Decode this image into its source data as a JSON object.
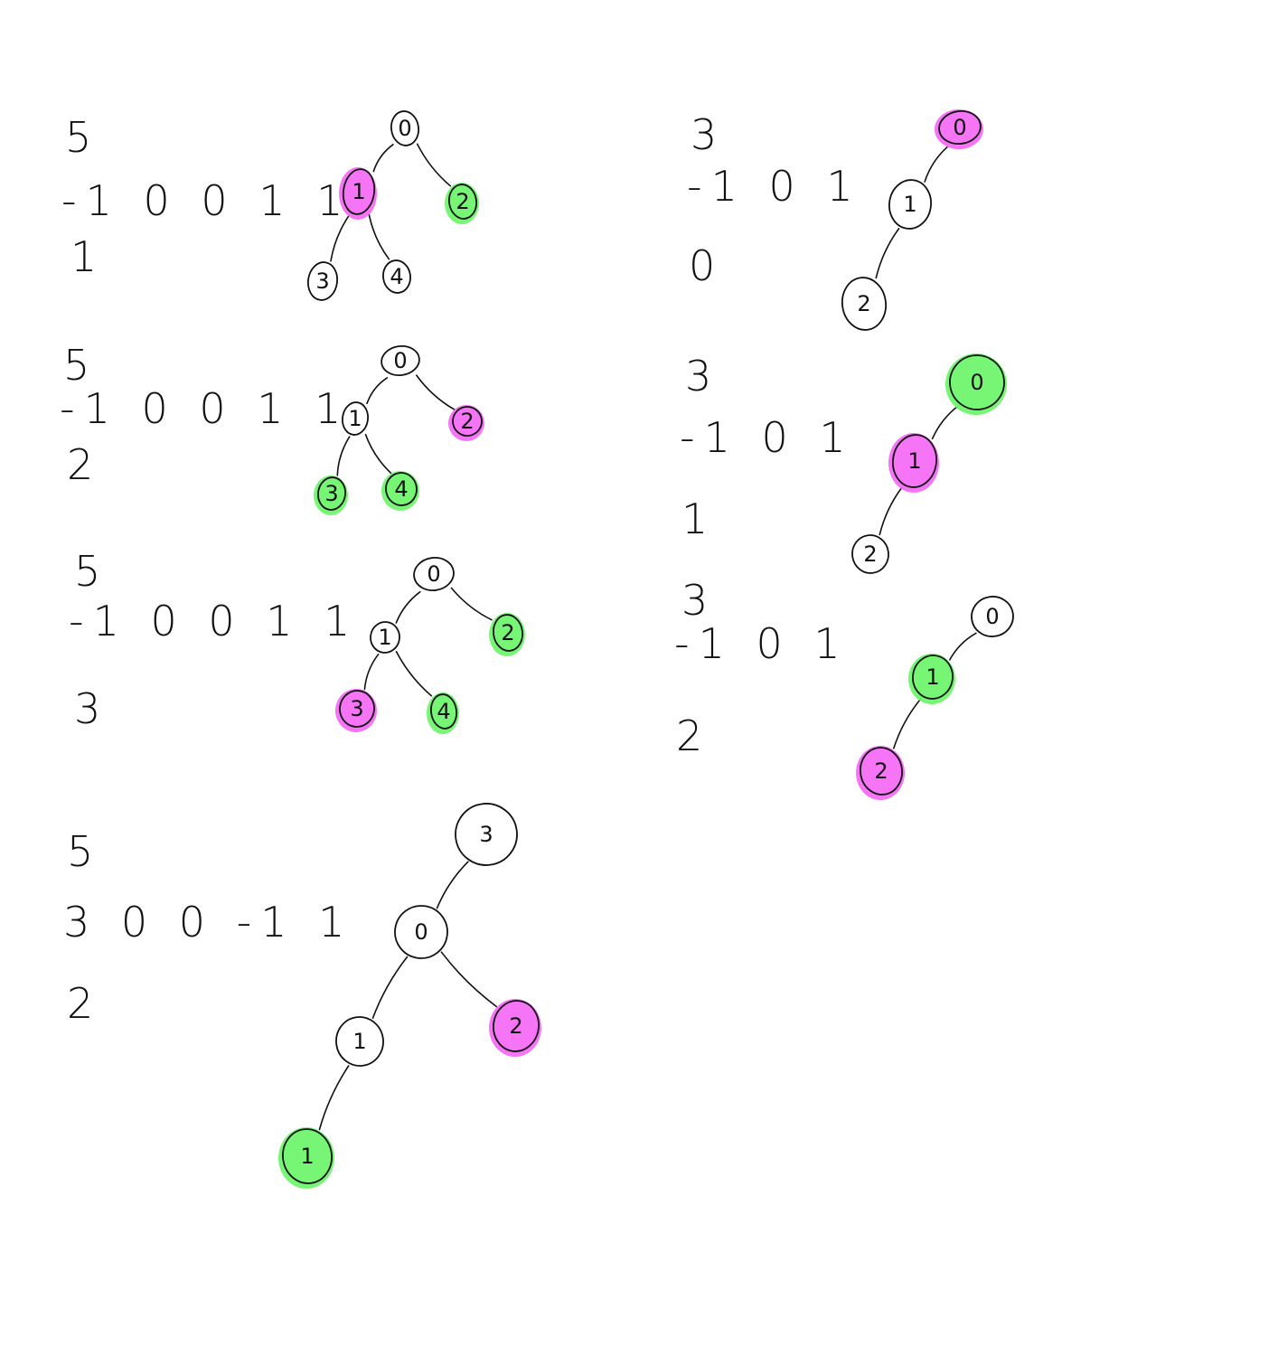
{
  "colors": {
    "ink": "#111111",
    "pink_highlight": "#f56ef5",
    "green_highlight": "#70f56e",
    "paper": "#ffffff"
  },
  "examples": [
    {
      "lines": [
        "5",
        "-1 0 0 1 1",
        "1"
      ],
      "tree": {
        "nodes": [
          {
            "id": "n0",
            "label": "0",
            "highlight": "none"
          },
          {
            "id": "n1",
            "label": "1",
            "highlight": "pink"
          },
          {
            "id": "n2",
            "label": "2",
            "highlight": "green"
          },
          {
            "id": "n3",
            "label": "3",
            "highlight": "none"
          },
          {
            "id": "n4",
            "label": "4",
            "highlight": "none"
          }
        ],
        "edges": [
          [
            "n0",
            "n1"
          ],
          [
            "n0",
            "n2"
          ],
          [
            "n1",
            "n3"
          ],
          [
            "n1",
            "n4"
          ]
        ]
      }
    },
    {
      "lines": [
        "5",
        "-1 0 0 1 1",
        "2"
      ],
      "tree": {
        "nodes": [
          {
            "id": "n0",
            "label": "0",
            "highlight": "none"
          },
          {
            "id": "n1",
            "label": "1",
            "highlight": "none"
          },
          {
            "id": "n2",
            "label": "2",
            "highlight": "pink"
          },
          {
            "id": "n3",
            "label": "3",
            "highlight": "green"
          },
          {
            "id": "n4",
            "label": "4",
            "highlight": "green"
          }
        ],
        "edges": [
          [
            "n0",
            "n1"
          ],
          [
            "n0",
            "n2"
          ],
          [
            "n1",
            "n3"
          ],
          [
            "n1",
            "n4"
          ]
        ]
      }
    },
    {
      "lines": [
        "5",
        "-1 0 0 1 1",
        "3"
      ],
      "tree": {
        "nodes": [
          {
            "id": "n0",
            "label": "0",
            "highlight": "none"
          },
          {
            "id": "n1",
            "label": "1",
            "highlight": "none"
          },
          {
            "id": "n2",
            "label": "2",
            "highlight": "green"
          },
          {
            "id": "n3",
            "label": "3",
            "highlight": "pink"
          },
          {
            "id": "n4",
            "label": "4",
            "highlight": "green"
          }
        ],
        "edges": [
          [
            "n0",
            "n1"
          ],
          [
            "n0",
            "n2"
          ],
          [
            "n1",
            "n3"
          ],
          [
            "n1",
            "n4"
          ]
        ]
      }
    },
    {
      "lines": [
        "5",
        "3 0 0 -1 1",
        "2"
      ],
      "tree": {
        "nodes": [
          {
            "id": "n3",
            "label": "3",
            "highlight": "none"
          },
          {
            "id": "n0",
            "label": "0",
            "highlight": "none"
          },
          {
            "id": "n1",
            "label": "1",
            "highlight": "none"
          },
          {
            "id": "n2",
            "label": "2",
            "highlight": "pink"
          },
          {
            "id": "n4",
            "label": "1",
            "highlight": "green"
          }
        ],
        "edges": [
          [
            "n3",
            "n0"
          ],
          [
            "n0",
            "n1"
          ],
          [
            "n0",
            "n2"
          ],
          [
            "n1",
            "n4"
          ]
        ]
      }
    },
    {
      "lines": [
        "3",
        "-1 0 1",
        "0"
      ],
      "tree": {
        "nodes": [
          {
            "id": "n0",
            "label": "0",
            "highlight": "pink"
          },
          {
            "id": "n1",
            "label": "1",
            "highlight": "none"
          },
          {
            "id": "n2",
            "label": "2",
            "highlight": "none"
          }
        ],
        "edges": [
          [
            "n0",
            "n1"
          ],
          [
            "n1",
            "n2"
          ]
        ]
      }
    },
    {
      "lines": [
        "3",
        "-1 0 1",
        "1"
      ],
      "tree": {
        "nodes": [
          {
            "id": "n0",
            "label": "0",
            "highlight": "green"
          },
          {
            "id": "n1",
            "label": "1",
            "highlight": "pink"
          },
          {
            "id": "n2",
            "label": "2",
            "highlight": "none"
          }
        ],
        "edges": [
          [
            "n0",
            "n1"
          ],
          [
            "n1",
            "n2"
          ]
        ]
      }
    },
    {
      "lines": [
        "3",
        "-1 0 1",
        "2"
      ],
      "tree": {
        "nodes": [
          {
            "id": "n0",
            "label": "0",
            "highlight": "none"
          },
          {
            "id": "n1",
            "label": "1",
            "highlight": "green"
          },
          {
            "id": "n2",
            "label": "2",
            "highlight": "pink"
          }
        ],
        "edges": [
          [
            "n0",
            "n1"
          ],
          [
            "n1",
            "n2"
          ]
        ]
      }
    }
  ]
}
